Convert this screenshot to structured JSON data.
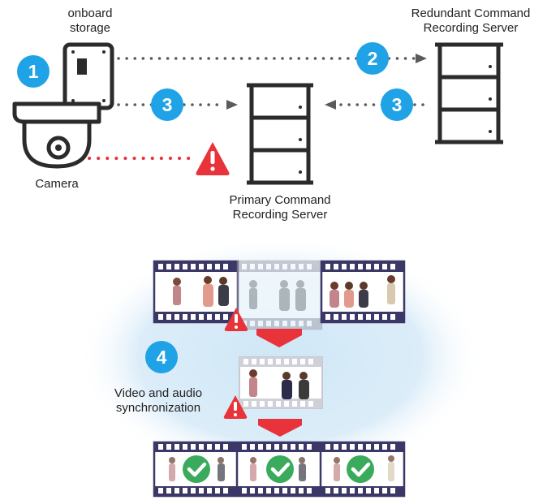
{
  "labels": {
    "onboard_storage": "onboard\nstorage",
    "redundant_server": "Redundant Command\nRecording Server",
    "camera": "Camera",
    "primary_server": "Primary Command\nRecording Server",
    "sync": "Video and audio\nsynchronization"
  },
  "steps": {
    "s1": "1",
    "s2": "2",
    "s3a": "3",
    "s3b": "3",
    "s4": "4"
  },
  "colors": {
    "step_blue": "#1fa3e6",
    "alert_red": "#e8333a",
    "check_green": "#3aaa5c",
    "ink": "#2b2b2b",
    "frame_outline": "#3b3868",
    "glow": "#d6ecf8"
  }
}
